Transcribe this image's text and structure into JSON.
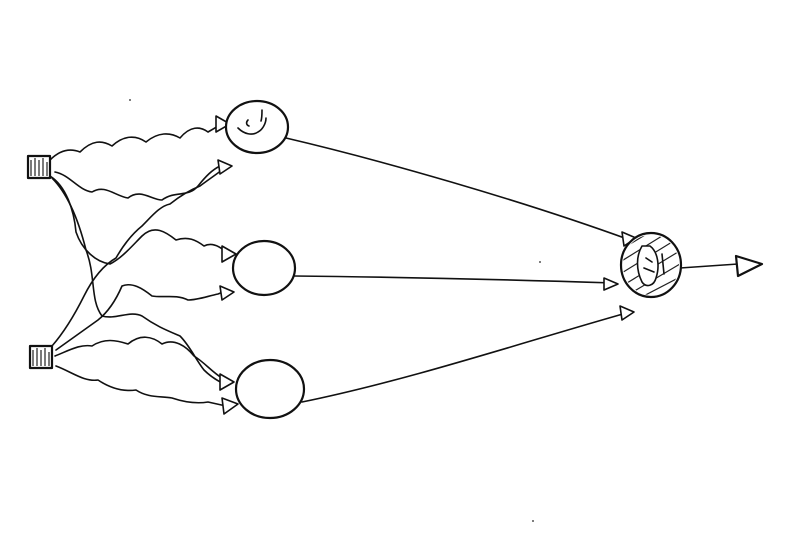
{
  "diagram": {
    "kind": "hand-drawn neural circuit sketch",
    "layers": {
      "inputs": [
        "input-1",
        "input-2"
      ],
      "hidden": [
        "hidden-1",
        "hidden-2",
        "hidden-3"
      ],
      "output": [
        "output"
      ]
    },
    "connections": [
      {
        "from": "input-1",
        "to": "hidden-1",
        "style": "wavy"
      },
      {
        "from": "input-1",
        "to": "hidden-2",
        "style": "wavy"
      },
      {
        "from": "input-1",
        "to": "hidden-3",
        "style": "wavy"
      },
      {
        "from": "input-2",
        "to": "hidden-1",
        "style": "wavy"
      },
      {
        "from": "input-2",
        "to": "hidden-2",
        "style": "wavy"
      },
      {
        "from": "input-2",
        "to": "hidden-3",
        "style": "wavy"
      },
      {
        "from": "hidden-1",
        "to": "output",
        "style": "smooth"
      },
      {
        "from": "hidden-2",
        "to": "output",
        "style": "smooth"
      },
      {
        "from": "hidden-3",
        "to": "output",
        "style": "smooth"
      },
      {
        "from": "output",
        "to": "out-arrow",
        "style": "straight"
      }
    ],
    "features": {
      "hidden-1": "face",
      "output": "hatched"
    },
    "colors": {
      "ink": "#111111",
      "background": "#ffffff"
    }
  }
}
